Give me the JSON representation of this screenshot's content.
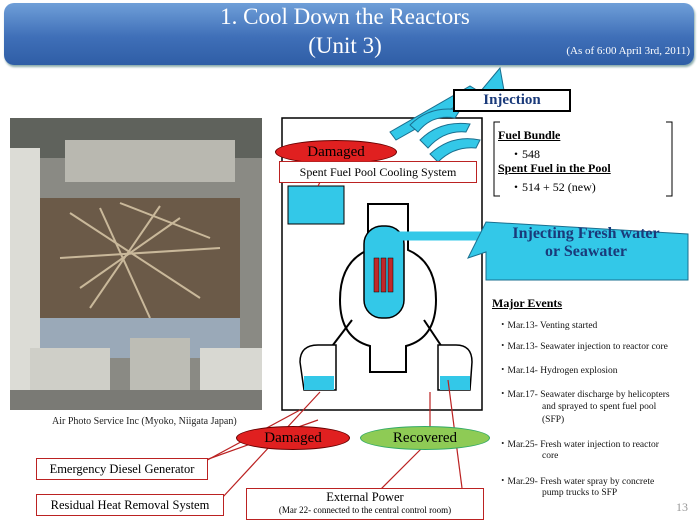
{
  "title": {
    "line1": "1. Cool Down the Reactors",
    "line2": "(Unit 3)",
    "as_of": "(As of 6:00 April 3rd, 2011)"
  },
  "photo": {
    "credit": "Air Photo Service Inc (Myoko, Niigata Japan)"
  },
  "labels": {
    "injection": "Injection",
    "damaged_top": "Damaged",
    "spent_fuel_cooling": "Spent Fuel Pool Cooling System",
    "injecting": "Injecting Fresh water",
    "injecting2": "or Seawater",
    "damaged_bottom": "Damaged",
    "recovered": "Recovered",
    "diesel": "Emergency Diesel Generator",
    "rhr": "Residual Heat Removal System",
    "external_power": "External Power",
    "external_power_note": "(Mar 22- connected to the central control room)"
  },
  "fuel": {
    "bundle_title": "Fuel Bundle",
    "bundle_value": "・548",
    "pool_title": "Spent Fuel in the Pool",
    "pool_value": "・514 + 52 (new)"
  },
  "events": {
    "title": "Major Events",
    "items": [
      "・Mar.13- Venting started",
      "・Mar.13- Seawater injection to reactor core",
      "・Mar.14- Hydrogen explosion",
      "・Mar.17- Seawater discharge by helicopters",
      "and sprayed to spent fuel pool",
      "(SFP)",
      "・Mar.25- Fresh water injection  to reactor",
      "core",
      "・Mar.29- Fresh water spray by  concrete",
      "pump trucks to SFP"
    ]
  },
  "page_number": "13",
  "colors": {
    "banner": "#3f6fb8",
    "water": "#33c8e8",
    "damaged": "#e02020",
    "recovered": "#8ecb55"
  }
}
